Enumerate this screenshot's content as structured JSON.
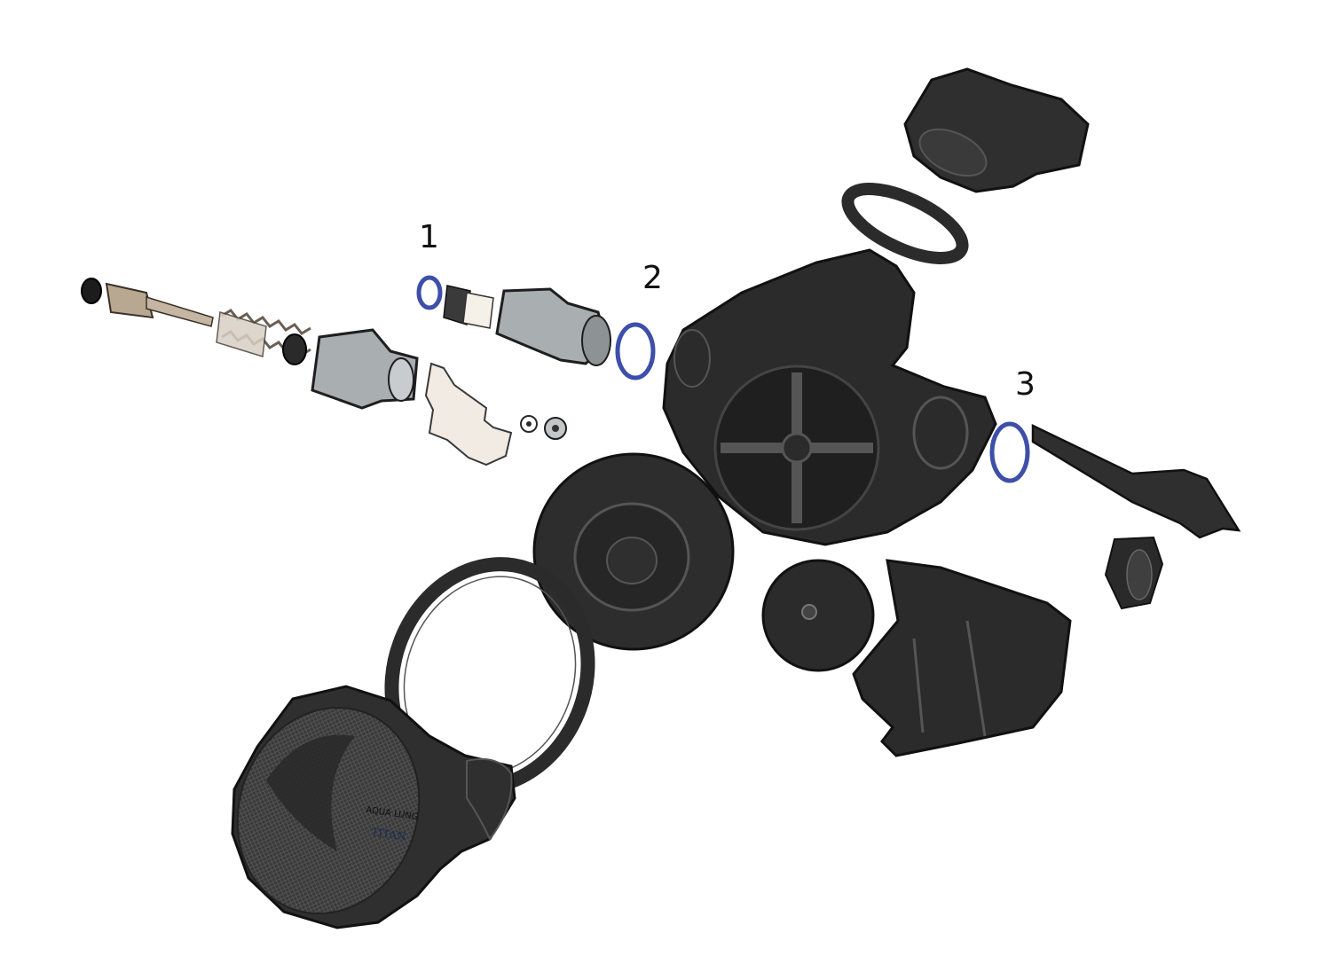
{
  "diagram": {
    "type": "exploded-view",
    "callouts": [
      {
        "label": "1",
        "part": "o-ring"
      },
      {
        "label": "2",
        "part": "o-ring"
      },
      {
        "label": "3",
        "part": "o-ring"
      }
    ],
    "logo_text": [
      "AQUA LUNG",
      "TITAN"
    ],
    "colors": {
      "background": "#ffffff",
      "body": "#2b2b2b",
      "outline": "#111111",
      "highlight_oring": "#3d4fa8",
      "metal": "#b9a891",
      "grey_part": "#a9aeb0"
    }
  }
}
